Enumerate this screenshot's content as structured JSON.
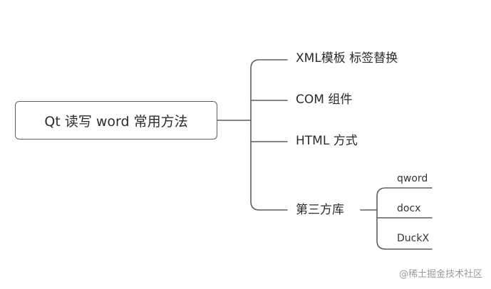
{
  "root": {
    "label": "Qt 读写 word 常用方法"
  },
  "branches": [
    {
      "label": "XML模板 标签替换"
    },
    {
      "label": "COM 组件"
    },
    {
      "label": "HTML 方式"
    },
    {
      "label": "第三方库",
      "children": [
        {
          "label": "qword"
        },
        {
          "label": "docx"
        },
        {
          "label": "DuckX"
        }
      ]
    }
  ],
  "watermark": "@稀土掘金技术社区",
  "colors": {
    "line": "#5f5f5f",
    "text": "#2b2b2b"
  }
}
